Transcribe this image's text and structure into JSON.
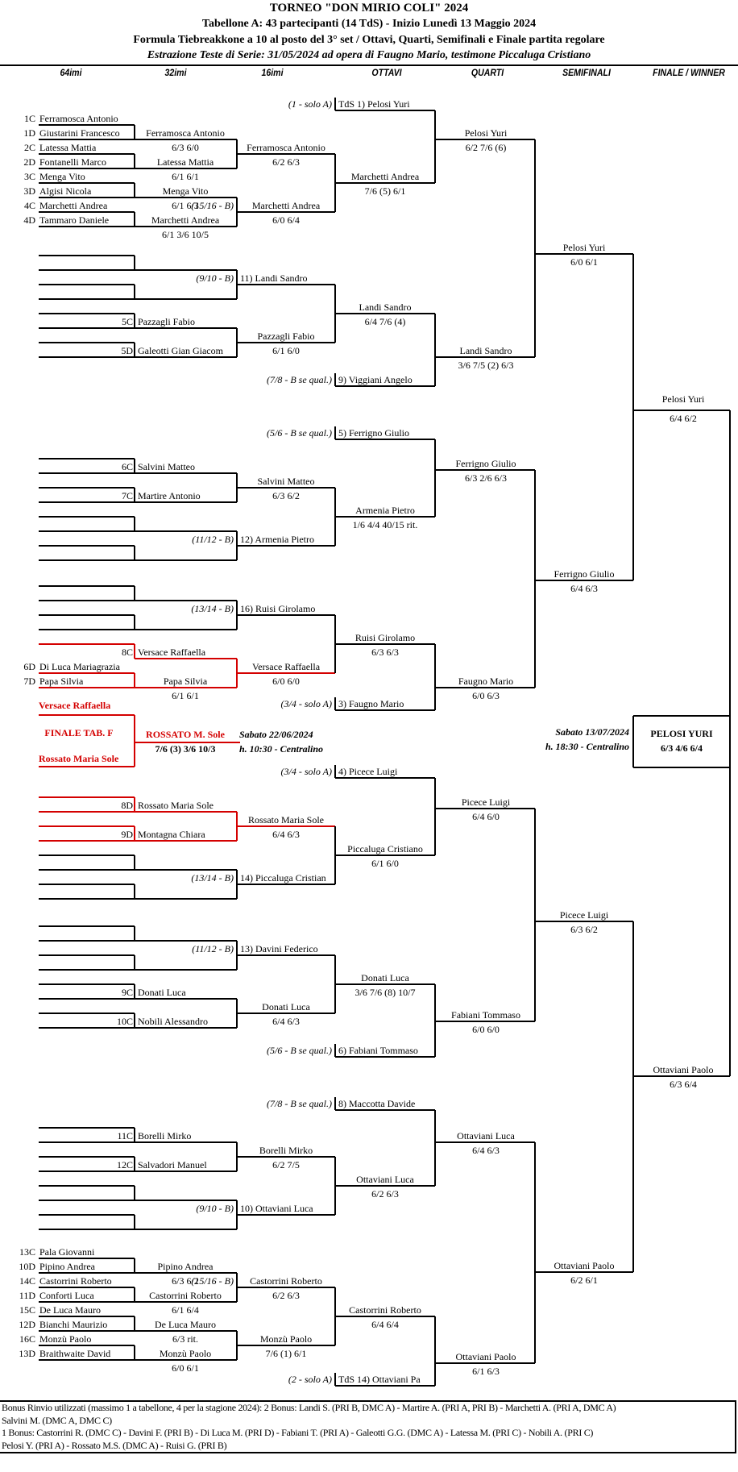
{
  "header": {
    "title": "TORNEO \"DON MIRIO COLI\" 2024",
    "subtitle": "Tabellone A: 43 partecipanti (14 TdS) - Inizio Lunedì 13 Maggio 2024",
    "formula": "Formula Tiebreakkone a 10 al posto del 3° set / Ottavi, Quarti, Semifinali e Finale partita regolare",
    "draw_note": "Estrazione Teste di Serie: 31/05/2024 ad opera di Faugno Mario, testimone Piccaluga Cristiano"
  },
  "columns": [
    "64imi",
    "32imi",
    "16imi",
    "OTTAVI",
    "QUARTI",
    "SEMIFINALI",
    "FINALE / WINNER"
  ],
  "colors": {
    "line": "#000000",
    "highlight": "#d40000"
  },
  "round64": [
    {
      "seed": "1C",
      "name": "Ferramosca Antonio"
    },
    {
      "seed": "1D",
      "name": "Giustarini Francesco"
    },
    {
      "seed": "2C",
      "name": "Latessa Mattia"
    },
    {
      "seed": "2D",
      "name": "Fontanelli Marco"
    },
    {
      "seed": "3C",
      "name": "Menga Vito"
    },
    {
      "seed": "3D",
      "name": "Algisi Nicola"
    },
    {
      "seed": "4C",
      "name": "Marchetti Andrea"
    },
    {
      "seed": "4D",
      "name": "Tammaro Daniele"
    },
    {
      "seed": "6D",
      "name": "Di Luca Mariagrazia"
    },
    {
      "seed": "7D",
      "name": "Papa Silvia"
    },
    {
      "seed": "13C",
      "name": "Pala Giovanni"
    },
    {
      "seed": "10D",
      "name": "Pipino Andrea"
    },
    {
      "seed": "14C",
      "name": "Castorrini Roberto"
    },
    {
      "seed": "11D",
      "name": "Conforti Luca"
    },
    {
      "seed": "15C",
      "name": "De Luca Mauro"
    },
    {
      "seed": "12D",
      "name": "Bianchi Maurizio"
    },
    {
      "seed": "16C",
      "name": "Monzù Paolo"
    },
    {
      "seed": "13D",
      "name": "Braithwaite David"
    }
  ],
  "round32": [
    {
      "name": "Ferramosca Antonio",
      "score": "6/3  6/0"
    },
    {
      "name": "Latessa Mattia",
      "score": "6/1  6/1"
    },
    {
      "name": "Menga Vito",
      "score": "6/1  6/3",
      "note": "(15/16 - B)"
    },
    {
      "name": "Marchetti Andrea",
      "score": "6/1  3/6  10/5"
    },
    {
      "seed": "5C",
      "name": "Pazzagli Fabio"
    },
    {
      "seed": "5D",
      "name": "Galeotti Gian Giacom"
    },
    {
      "seed": "6C",
      "name": "Salvini Matteo"
    },
    {
      "seed": "7C",
      "name": "Martire Antonio"
    },
    {
      "seed": "8C",
      "name": "Versace Raffaella"
    },
    {
      "name": "Papa Silvia",
      "score": "6/1  6/1"
    },
    {
      "seed": "8D",
      "name": "Rossato Maria Sole"
    },
    {
      "seed": "9D",
      "name": "Montagna Chiara"
    },
    {
      "seed": "9C",
      "name": "Donati Luca"
    },
    {
      "seed": "10C",
      "name": "Nobili Alessandro"
    },
    {
      "seed": "11C",
      "name": "Borelli Mirko"
    },
    {
      "seed": "12C",
      "name": "Salvadori Manuel"
    },
    {
      "name": "Pipino Andrea",
      "score": "6/3  6/2",
      "note": "(15/16 - B)"
    },
    {
      "name": "Castorrini Roberto",
      "score": "6/1  6/4"
    },
    {
      "name": "De Luca Mauro",
      "score": "6/3  rit."
    },
    {
      "name": "Monzù Paolo",
      "score": "6/0  6/1"
    }
  ],
  "round16": [
    {
      "name": "Ferramosca Antonio",
      "score": "6/2  6/3"
    },
    {
      "name": "Marchetti Andrea",
      "score": "6/0  6/4"
    },
    {
      "note": "(9/10 - B)",
      "name": "11) Landi Sandro"
    },
    {
      "name": "Pazzagli Fabio",
      "score": "6/1  6/0"
    },
    {
      "name": "Salvini Matteo",
      "score": "6/3  6/2"
    },
    {
      "note": "(11/12 - B)",
      "name": "12) Armenia Pietro"
    },
    {
      "note": "(13/14 - B)",
      "name": "16) Ruisi Girolamo"
    },
    {
      "name": "Versace Raffaella",
      "score": "6/0  6/0"
    },
    {
      "name": "Rossato Maria Sole",
      "score": "6/4  6/3"
    },
    {
      "note": "(13/14 - B)",
      "name": "14) Piccaluga Cristian"
    },
    {
      "note": "(11/12 - B)",
      "name": "13) Davini Federico"
    },
    {
      "name": "Donati Luca",
      "score": "6/4  6/3"
    },
    {
      "name": "Borelli Mirko",
      "score": "6/2  7/5"
    },
    {
      "note": "(9/10 - B)",
      "name": "10) Ottaviani Luca"
    },
    {
      "name": "Castorrini Roberto",
      "score": "6/2  6/3"
    },
    {
      "name": "Monzù Paolo",
      "score": "7/6  (1)  6/1"
    }
  ],
  "ottavi": [
    {
      "note": "(1 - solo A)",
      "name": "TdS 1) Pelosi Yuri"
    },
    {
      "name": "Marchetti Andrea",
      "score": "7/6 (5)  6/1"
    },
    {
      "name": "Landi Sandro",
      "score": "6/4  7/6 (4)"
    },
    {
      "note": "(7/8 - B se qual.)",
      "name": "9) Viggiani Angelo"
    },
    {
      "note": "(5/6 - B se qual.)",
      "name": "5) Ferrigno Giulio"
    },
    {
      "name": "Armenia Pietro",
      "score": "1/6  4/4  40/15  rit."
    },
    {
      "name": "Ruisi Girolamo",
      "score": "6/3  6/3"
    },
    {
      "note": "(3/4 - solo A)",
      "name": "3) Faugno Mario"
    },
    {
      "note": "(3/4 - solo A)",
      "name": "4) Picece Luigi"
    },
    {
      "name": "Piccaluga Cristiano",
      "score": "6/1  6/0"
    },
    {
      "name": "Donati Luca",
      "score": "3/6  7/6 (8)  10/7"
    },
    {
      "note": "(5/6 - B se qual.)",
      "name": "6) Fabiani Tommaso"
    },
    {
      "note": "(7/8 - B se qual.)",
      "name": "8) Maccotta Davide"
    },
    {
      "name": "Ottaviani Luca",
      "score": "6/2  6/3"
    },
    {
      "name": "Castorrini Roberto",
      "score": "6/4  6/4"
    },
    {
      "note": "(2 - solo A)",
      "name": "TdS 14) Ottaviani Pa"
    }
  ],
  "quarti": [
    {
      "name": "Pelosi Yuri",
      "score": "6/2  7/6 (6)"
    },
    {
      "name": "Landi Sandro",
      "score": "3/6  7/5 (2)  6/3"
    },
    {
      "name": "Ferrigno Giulio",
      "score": "6/3  2/6  6/3"
    },
    {
      "name": "Faugno Mario",
      "score": "6/0  6/3"
    },
    {
      "name": "Picece Luigi",
      "score": "6/4  6/0"
    },
    {
      "name": "Fabiani Tommaso",
      "score": "6/0  6/0"
    },
    {
      "name": "Ottaviani Luca",
      "score": "6/4  6/3"
    },
    {
      "name": "Ottaviani Paolo",
      "score": "6/1  6/3"
    }
  ],
  "semifinali": [
    {
      "name": "Pelosi Yuri",
      "score": "6/0  6/1"
    },
    {
      "name": "Ferrigno Giulio",
      "score": "6/4  6/3"
    },
    {
      "name": "Picece Luigi",
      "score": "6/3  6/2"
    },
    {
      "name": "Ottaviani Paolo",
      "score": "6/2  6/1"
    }
  ],
  "finalisti": [
    {
      "name": "Pelosi Yuri",
      "score": "6/4  6/2"
    },
    {
      "name": "Ottaviani Paolo",
      "score": "6/3  6/4"
    }
  ],
  "winner": {
    "name": "PELOSI  YURI",
    "score": "6/3  4/6  6/4",
    "date": "Sabato 13/07/2024",
    "time": "h. 18:30 - Centralino"
  },
  "finale_tab_f": {
    "label": "FINALE TAB. F",
    "player1": "Versace Raffaella",
    "player2": "Rossato Maria Sole",
    "winner": "ROSSATO M. Sole",
    "score": "7/6 (3)  3/6  10/3",
    "date": "Sabato 22/06/2024",
    "time": "h. 10:30 - Centralino"
  },
  "footer": {
    "lines": [
      "Bonus Rinvio utilizzati (massimo 1 a tabellone, 4 per la stagione 2024): 2 Bonus: Landi S. (PRI B, DMC A) - Martire A. (PRI A, PRI B) - Marchetti A. (PRI A, DMC A)",
      "Salvini M. (DMC A, DMC C)",
      "1 Bonus: Castorrini R. (DMC C) - Davini F. (PRI B) - Di Luca M. (PRI D) - Fabiani T. (PRI A) - Galeotti G.G. (DMC A) - Latessa M. (PRI C) -  Nobili A. (PRI C)",
      "Pelosi Y. (PRI A) - Rossato M.S. (DMC A) - Ruisi G. (PRI B)"
    ]
  }
}
